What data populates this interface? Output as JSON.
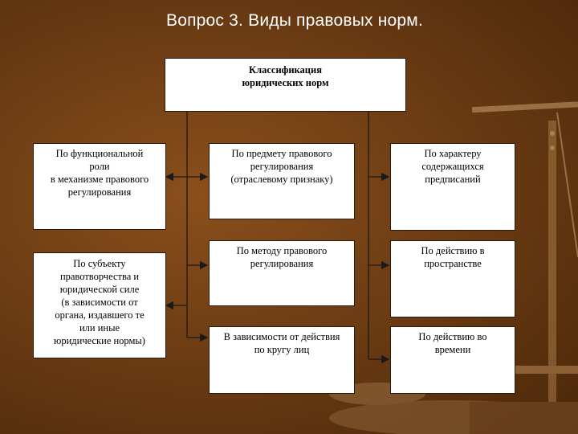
{
  "slide": {
    "title": "Вопрос 3.  Виды правовых норм."
  },
  "root": {
    "label": "Классификация\nюридических норм"
  },
  "boxes": {
    "functional_role": "По функциональной\nроли\nв механизме правового\nрегулирования",
    "lawmaking_subject": "По субъекту\nправотворчества и\nюридической силе\n(в зависимости от\nоргана, издавшего те\nили иные\nюридические нормы)",
    "subject": "По предмету правового\nрегулирования\n(отраслевому признаку)",
    "method": "По методу правового\nрегулирования",
    "persons": "В зависимости от действия\nпо кругу лиц",
    "prescription": "По характеру\nсодержащихся\nпредписаний",
    "space": "По действию в\nпространстве",
    "time": "По действию во\nвремени"
  },
  "colors": {
    "background": "#6e3d14",
    "box_fill": "#ffffff",
    "connector": "#1a1a1a",
    "scales": "#b98a55"
  }
}
